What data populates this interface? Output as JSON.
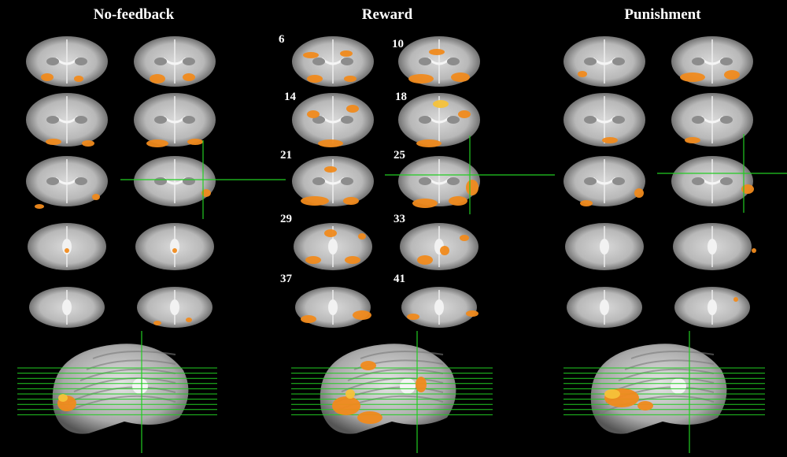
{
  "panels": [
    {
      "title": "No-feedback",
      "slice_labels": []
    },
    {
      "title": "Reward",
      "slice_labels": [
        "6",
        "10",
        "14",
        "18",
        "21",
        "25",
        "29",
        "33",
        "37",
        "41"
      ]
    },
    {
      "title": "Punishment",
      "slice_labels": []
    }
  ],
  "colors": {
    "background": "#000000",
    "brain_gray": "#b8b8b8",
    "activation_orange": "#f08a1c",
    "activation_yellow": "#f5c23a",
    "crosshair_green": "#22cc22"
  }
}
